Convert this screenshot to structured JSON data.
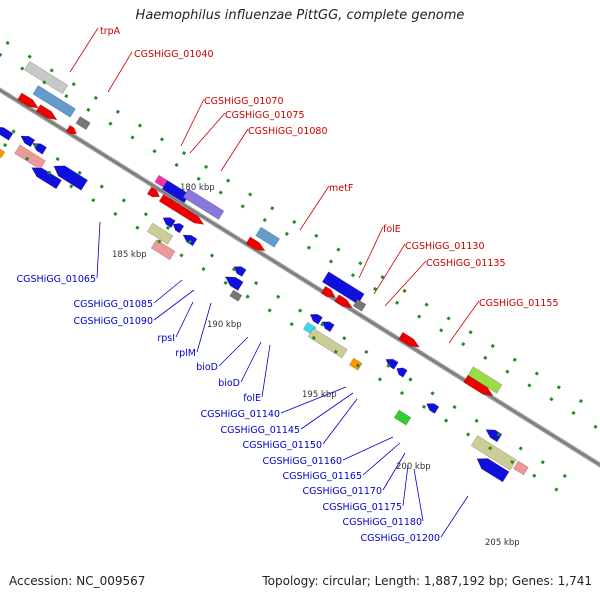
{
  "title": "Haemophilus influenzae PittGG, complete genome",
  "accession": "Accession: NC_009567",
  "summary": "Topology: circular; Length: 1,887,192 bp; Genes: 1,741",
  "colors": {
    "backbone": "#808080",
    "forward_label": "#cc0000",
    "reverse_label": "#0000cc",
    "tick": "#228b22",
    "cds_forward": "#ee0000",
    "cds_reverse": "#1010dd",
    "steel_blue": "#6699cc",
    "gray": "#c8c8c8",
    "dark_gray": "#777777",
    "khaki": "#cccc99",
    "pink": "#ee9999",
    "slate_purple": "#8877dd",
    "orange": "#ff9900",
    "cyan": "#33ddee",
    "magenta": "#ee33aa",
    "lime": "#99dd44",
    "green": "#33cc33"
  },
  "kbp_labels": [
    "180 kbp",
    "185 kbp",
    "190 kbp",
    "195 kbp",
    "200 kbp",
    "205 kbp"
  ],
  "forward_labels": [
    "trpA",
    "CGSHiGG_01040",
    "CGSHiGG_01070",
    "CGSHiGG_01075",
    "CGSHiGG_01080",
    "metF",
    "folE",
    "CGSHiGG_01130",
    "CGSHiGG_01135",
    "CGSHiGG_01155"
  ],
  "reverse_labels": [
    "CGSHiGG_01065",
    "CGSHiGG_01085",
    "CGSHiGG_01090",
    "rpsI",
    "rplM",
    "bioD",
    "bioD",
    "folE",
    "CGSHiGG_01140",
    "CGSHiGG_01145",
    "CGSHiGG_01150",
    "CGSHiGG_01160",
    "CGSHiGG_01165",
    "CGSHiGG_01170",
    "CGSHiGG_01175",
    "CGSHiGG_01180",
    "CGSHiGG_01200"
  ]
}
